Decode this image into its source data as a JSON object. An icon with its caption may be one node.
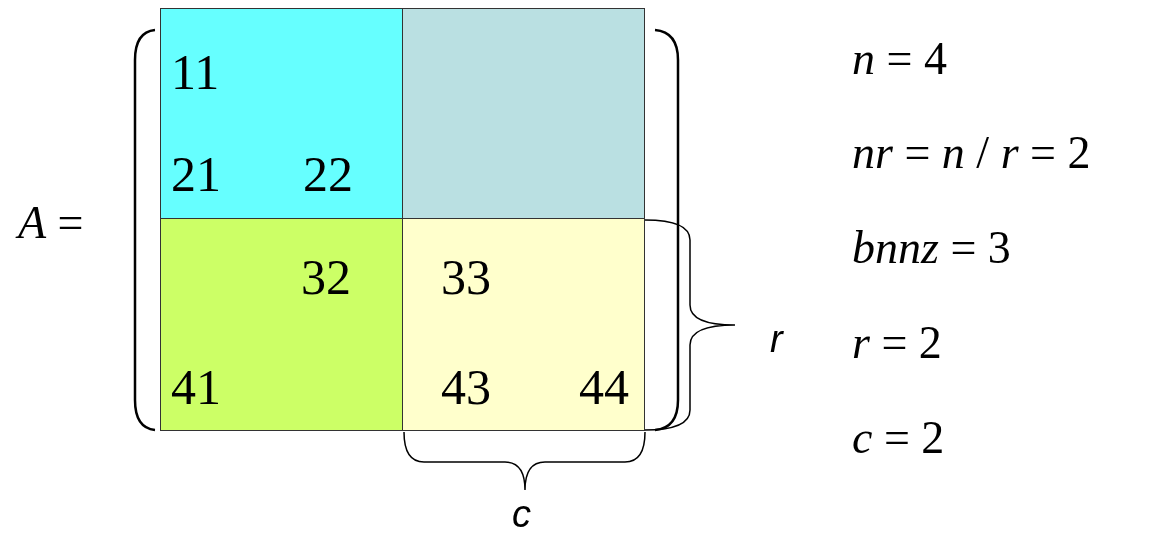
{
  "diagram": {
    "nodes": [
      {
        "text": [
          "11",
          "21",
          "22"
        ]
      },
      {
        "text": [],
        "shape": "box"
      },
      {
        "text": [
          "32",
          "41"
        ]
      },
      {
        "text": [
          "33",
          "43",
          "44"
        ]
      }
    ],
    "labels": [
      "*A* =",
      "r",
      "c",
      "*n* = 4",
      "*nr* = *n* / *r* = 2",
      "*bnnz* = 3",
      "*r* = 2",
      "*c* = 2"
    ]
  }
}
